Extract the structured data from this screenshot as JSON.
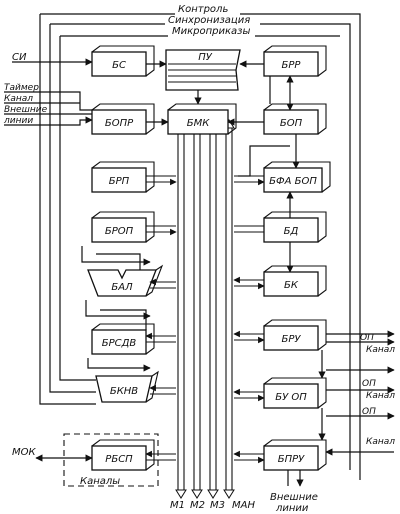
{
  "top_labels": {
    "control": "Контроль",
    "sync": "Синхронизация",
    "microorders": "Микроприказы"
  },
  "left_inputs": {
    "si": "СИ",
    "timer": "Таймер",
    "channel": "Канал",
    "external_1": "Внешние",
    "external_2": "линии",
    "mok": "МОК"
  },
  "blocks": {
    "bs": "БС",
    "pu": "ПУ",
    "brr": "БРР",
    "bopr": "БОПР",
    "bmk": "БМК",
    "bop": "БОП",
    "brp": "БРП",
    "bfa_bop": "БФА БОП",
    "brop": "БРОП",
    "bd": "БД",
    "bal": "БАЛ",
    "bk": "БК",
    "brsdv": "БРСДВ",
    "bru": "БРУ",
    "bknv": "БКНВ",
    "bu_op": "БУ ОП",
    "rbsp": "РБСП",
    "bpru": "БПРУ"
  },
  "right_labels": {
    "op_1": "ОП",
    "channel_1": "Канал",
    "op_2": "ОП",
    "channel_2": "Канал",
    "op_3": "ОП",
    "channel_3": "Канал"
  },
  "channels_group": "Каналы",
  "bottom_labels": {
    "m1": "М1",
    "m2": "М2",
    "m3": "М3",
    "man": "МАН",
    "external_1": "Внешние",
    "external_2": "линии"
  }
}
